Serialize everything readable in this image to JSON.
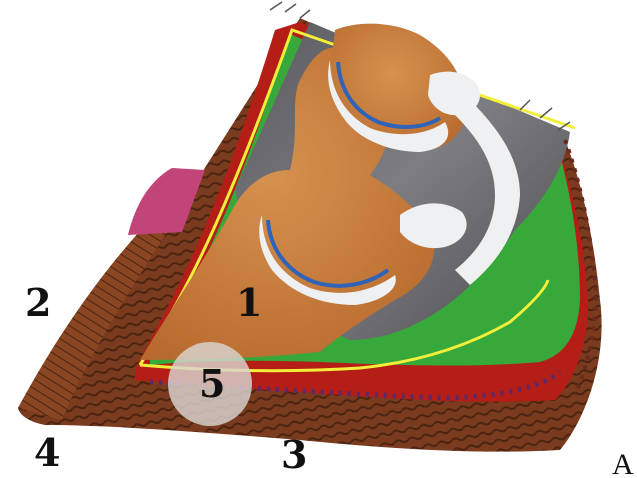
{
  "labels": {
    "region_1": "1",
    "region_2": "2",
    "region_3": "3",
    "region_4": "4",
    "region_5": "5",
    "panel": "A"
  },
  "colors": {
    "horn": "#7a3b1e",
    "horn_stripe": "#4a2410",
    "laminae_red": "#b51e17",
    "laminae_purple": "#5a2a6a",
    "corium_green": "#37a83a",
    "bone": "#c57a3c",
    "bone_highlight": "#d6924f",
    "tendon_gray": "#6f6f73",
    "tendon_dark": "#4c4c50",
    "cartilage_white": "#eef0f2",
    "synovial_blue": "#2f63b8",
    "yellow_line": "#f2ee3a",
    "coronary_pink": "#c2457a",
    "highlight_circle": "#d9d4cf"
  }
}
